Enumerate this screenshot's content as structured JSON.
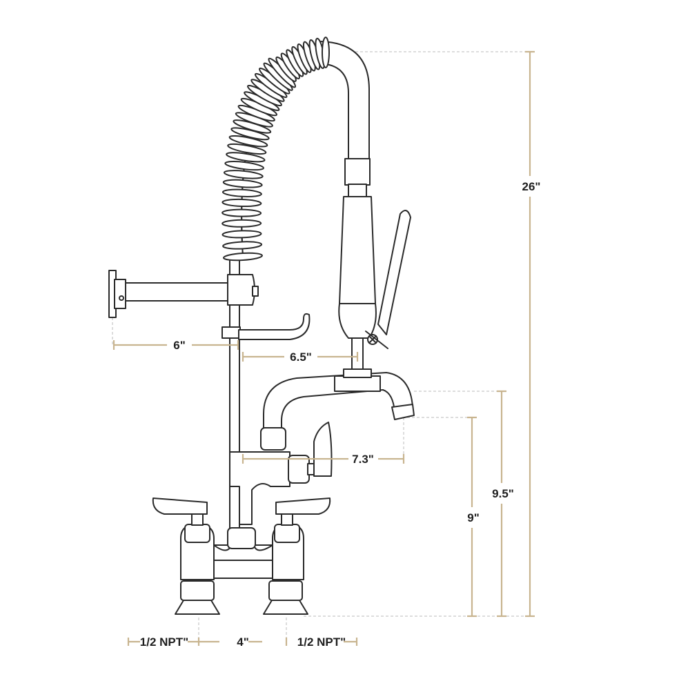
{
  "dimensions": {
    "wall_bracket_depth": "6\"",
    "spray_reach": "6.5\"",
    "spout_reach": "7.3\"",
    "overall_height": "26\"",
    "spout_height_top": "9.5\"",
    "spout_outlet_height": "9\"",
    "inlet_left": "1/2 NPT\"",
    "center_spacing": "4\"",
    "inlet_right": "1/2 NPT\""
  },
  "colors": {
    "dimension_line": "#c8b48f",
    "outline": "#2a2a2a"
  }
}
